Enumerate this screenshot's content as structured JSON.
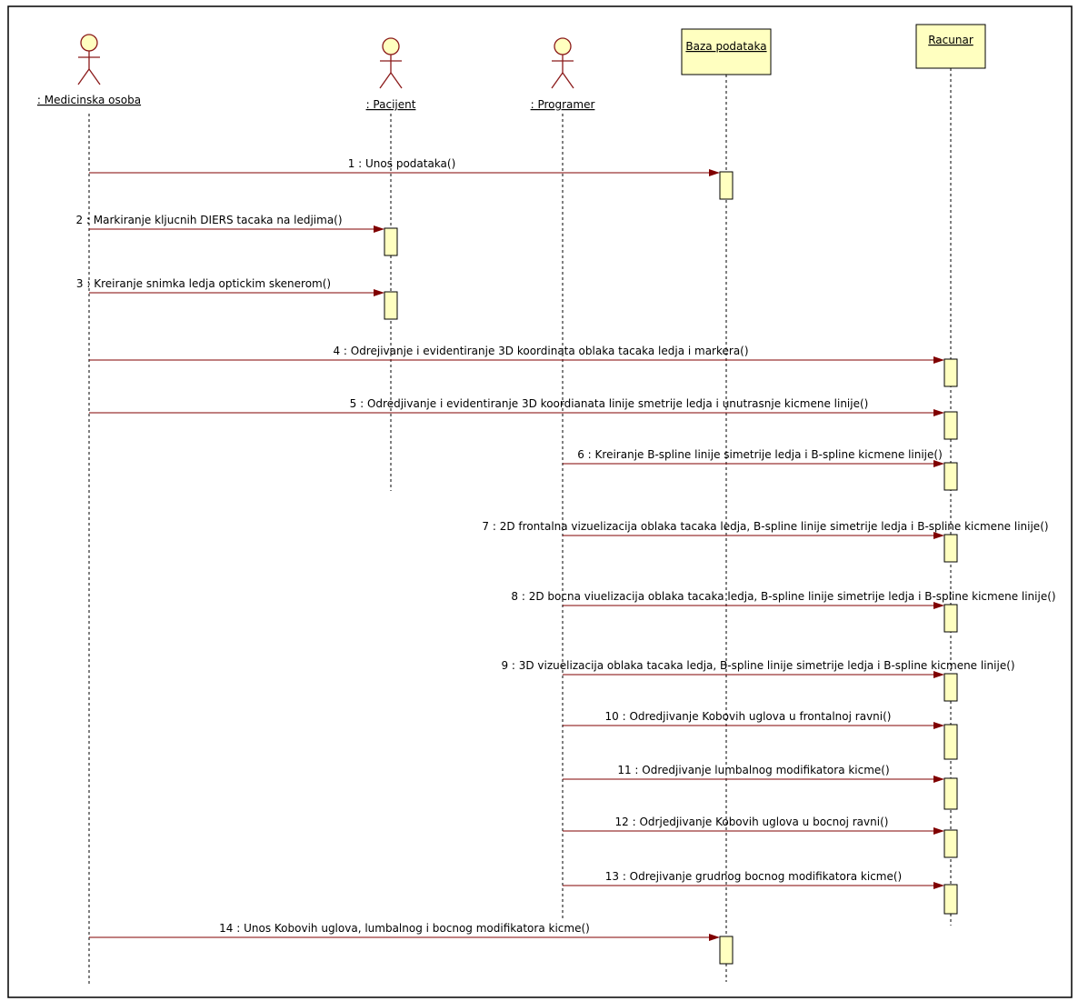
{
  "diagram": {
    "type": "sequence",
    "participants": [
      {
        "label": ": Medicinska osoba",
        "kind": "actor"
      },
      {
        "label": ": Pacijent",
        "kind": "actor"
      },
      {
        "label": ": Programer",
        "kind": "actor"
      },
      {
        "label": "Baza podataka",
        "kind": "object"
      },
      {
        "label": "Racunar",
        "kind": "object"
      }
    ],
    "messages": [
      {
        "label": "1 : Unos podataka()",
        "from": 0,
        "to": 3
      },
      {
        "label": "2 : Markiranje kljucnih DIERS tacaka na ledjima()",
        "from": 0,
        "to": 1
      },
      {
        "label": "3 : Kreiranje snimka ledja optickim skenerom()",
        "from": 0,
        "to": 1
      },
      {
        "label": "4 : Odrejivanje i evidentiranje 3D koordinata oblaka tacaka ledja i markera()",
        "from": 0,
        "to": 4
      },
      {
        "label": "5 : Odredjivanje i evidentiranje 3D koordianata linije smetrije ledja i unutrasnje kicmene linije()",
        "from": 0,
        "to": 4
      },
      {
        "label": "6 : Kreiranje B-spline linije simetrije ledja i B-spline kicmene linije()",
        "from": 2,
        "to": 4
      },
      {
        "label": "7 : 2D frontalna vizuelizacija oblaka tacaka ledja,  B-spline linije simetrije ledja i B-spline kicmene linije()",
        "from": 2,
        "to": 4
      },
      {
        "label": "8 : 2D bocna viuelizacija oblaka tacaka ledja, B-spline linije simetrije ledja i B-spline kicmene linije()",
        "from": 2,
        "to": 4
      },
      {
        "label": "9 : 3D vizuelizacija oblaka tacaka ledja, B-spline linije simetrije ledja i B-spline kicmene linije()",
        "from": 2,
        "to": 4
      },
      {
        "label": "10 : Odredjivanje Kobovih uglova u frontalnoj ravni()",
        "from": 2,
        "to": 4
      },
      {
        "label": "11 : Odredjivanje lumbalnog modifikatora kicme()",
        "from": 2,
        "to": 4
      },
      {
        "label": "12 : Odrjedjivanje Kobovih uglova u bocnoj ravni()",
        "from": 2,
        "to": 4
      },
      {
        "label": "13 : Odrejivanje grudnog bocnog modifikatora kicme()",
        "from": 2,
        "to": 4
      },
      {
        "label": "14 : Unos Kobovih uglova, lumbalnog i bocnog modifikatora kicme()",
        "from": 0,
        "to": 3
      }
    ]
  },
  "colors": {
    "fill": "#ffffc0",
    "message": "#800000",
    "actor_outline": "#8b1a1a",
    "border": "#000000"
  }
}
